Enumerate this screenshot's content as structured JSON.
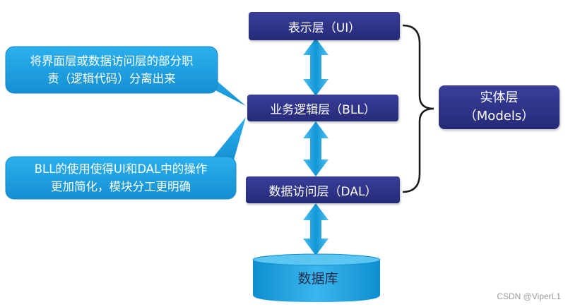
{
  "layers": {
    "ui": "表示层（UI）",
    "bll": "业务逻辑层（BLL）",
    "dal": "数据访问层（DAL）"
  },
  "database": "数据库",
  "entity_layer": {
    "line1": "实体层",
    "line2": "（Models）"
  },
  "callouts": {
    "top": {
      "line1": "将界面层或数据访问层的部分职",
      "line2": "责（逻辑代码）分离出来"
    },
    "bottom": {
      "line1": "BLL的使用使得UI和DAL中的操作",
      "line2": "更加简化，模块分工更明确"
    }
  },
  "watermark": "CSDN @ViperL1",
  "colors": {
    "layer_box": "#2e3388",
    "callout": "#1fa0de",
    "arrow": "#1fa0de",
    "database": "#1ea3e0"
  }
}
